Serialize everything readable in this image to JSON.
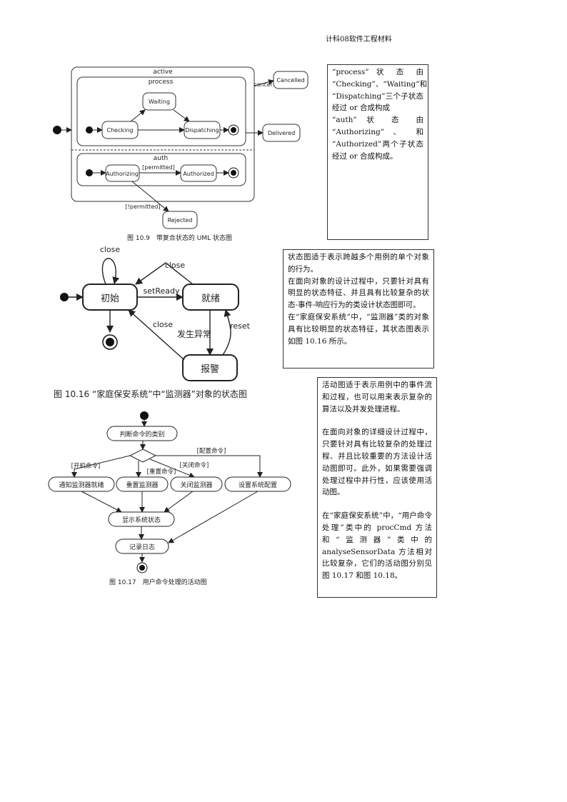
{
  "header": {
    "text": "计科08软件工程材料"
  },
  "fig1": {
    "caption": "图 10.9　带复合状态的 UML 状态图",
    "outer_label": "active",
    "process_label": "process",
    "auth_label": "auth",
    "states": {
      "waiting": "Waiting",
      "checking": "Checking",
      "dispatching": "Dispatching",
      "cancelled": "Cancelled",
      "delivered": "Delivered",
      "authorizing": "Authorizing",
      "authorized": "Authorized",
      "rejected": "Rejected"
    },
    "transitions": {
      "cancel": "cancel",
      "permitted": "[permitted]",
      "not_permitted": "[!permitted]"
    }
  },
  "note1": {
    "p1": "“process” 状 态 由 “Checking”、“Waiting”和 “Dispatching”三个子状态经过 or 合成构成",
    "p2": "“auth” 状 态 由 “Authorizing” 、 和 “Authorized”两个子状态经过 or 合成构成。"
  },
  "fig2": {
    "caption": "图 10.16 “家庭保安系统”中“监测器”对象的状态图",
    "states": {
      "init": "初始",
      "ready": "就绪",
      "alarm": "报警"
    },
    "transitions": {
      "close_self": "close",
      "close_top": "close",
      "setready": "setReady",
      "close_mid": "close",
      "exception": "发生异常",
      "reset": "reset"
    }
  },
  "note2": {
    "p1": "状态图适于表示跨越多个用例的单个对象的行为。",
    "p2": "在面向对象的设计过程中，只要针对具有明显的状态特征、并且具有比较复杂的状态-事件-响应行为的类设计状态图即可。",
    "p3": "在“家庭保安系统”中，“监测器”类的对象具有比较明显的状态特征，其状态图表示如图 10.16 所示。"
  },
  "fig3": {
    "caption": "图 10.17　用户命令处理的活动图",
    "activities": {
      "judge": "判断命令的类别",
      "notify": "通知监测器就绪",
      "reset": "重置监测器",
      "close": "关闭监测器",
      "config": "设置系统配置",
      "display": "显示系统状态",
      "log": "记录日志"
    },
    "guards": {
      "power_on": "[开机命令]",
      "reset_cmd": "[重置命令]",
      "close_cmd": "[关闭命令]",
      "config_cmd": "[配置命令]"
    }
  },
  "note3": {
    "p1": "活动图适于表示用例中的事件流和过程，也可以用来表示复杂的算法以及并发处理进程。",
    "p2": "在面向对象的详细设计过程中，只要针对具有比较复杂的处理过程、并且比较重要的方法设计活动图即可。此外，如果需要强调处理过程中并行性，应该使用活动图。",
    "p3": "在“家庭保安系统”中，“用户命令处理”类中的 procCmd 方法和“监测器”类中的 analyseSensorData 方法相对比较复杂，它们的活动图分别见图 10.17 和图 10.18。"
  }
}
